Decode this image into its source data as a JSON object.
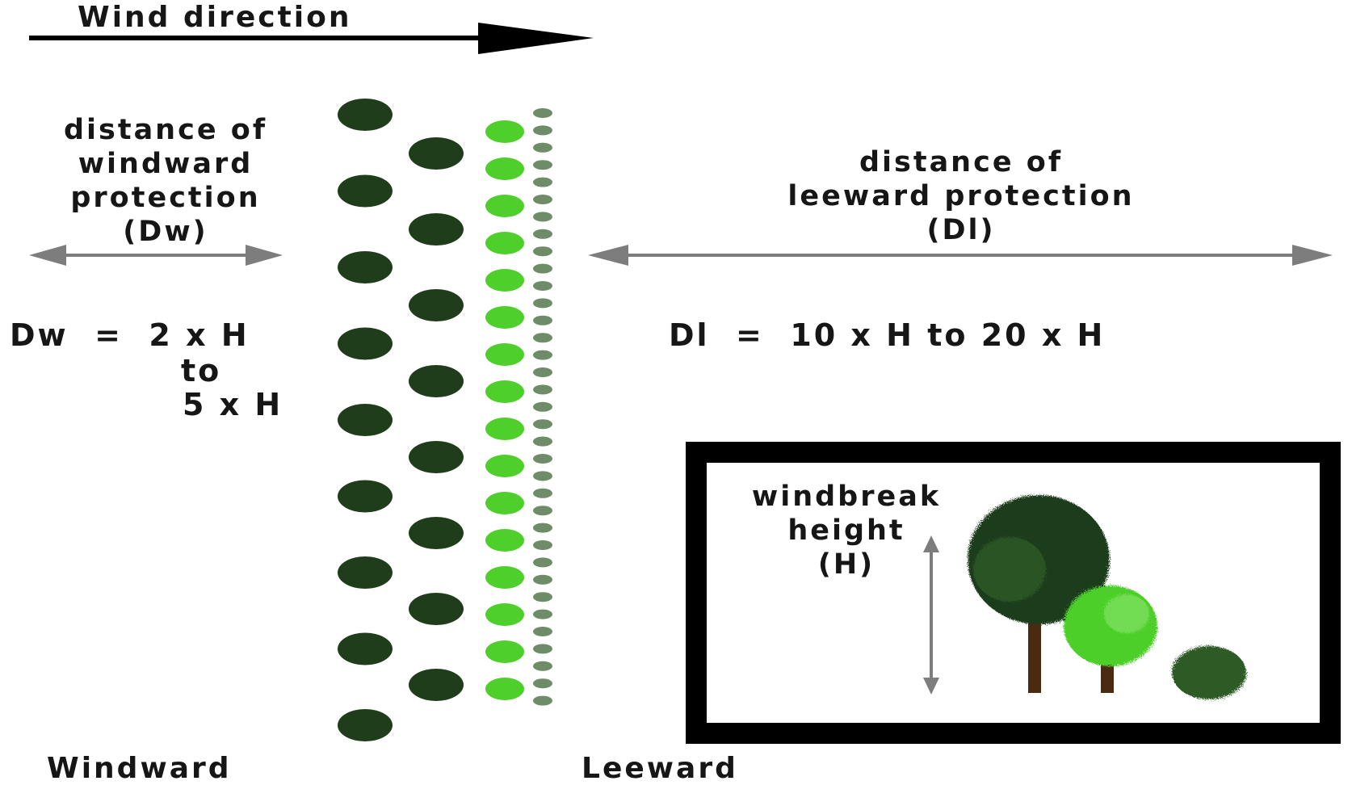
{
  "wind_direction_label": "Wind direction",
  "windward": {
    "heading_lines": [
      "distance of",
      "windward",
      "protection",
      "(Dw)"
    ],
    "formula_lines": [
      "Dw  =  2 x H",
      "to",
      "5 x H"
    ],
    "side_label": "Windward"
  },
  "leeward": {
    "heading_lines": [
      "distance of",
      "leeward protection",
      "(Dl)"
    ],
    "formula": "Dl  =  10 x H to 20 x H",
    "side_label": "Leeward"
  },
  "inset": {
    "height_label_lines": [
      "windbreak",
      "height",
      "(H)"
    ]
  },
  "colors": {
    "dark_tree": "#1f3d1a",
    "light_tree": "#4ecf2c",
    "shrub": "#6e8c68",
    "arrow_gray": "#7d7d7d",
    "trunk": "#4a2a10",
    "text": "#161616"
  }
}
